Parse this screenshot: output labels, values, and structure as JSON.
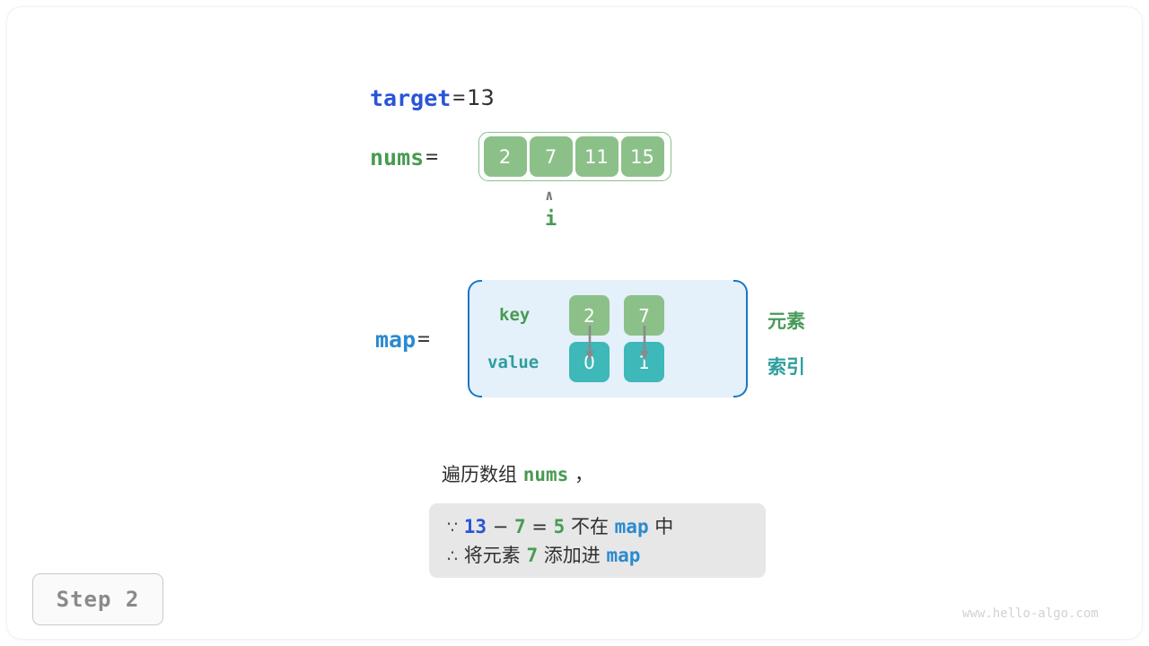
{
  "target": {
    "name": "target",
    "equals": "=",
    "value": "13"
  },
  "nums": {
    "name": "nums",
    "equals": "=",
    "cells": [
      "2",
      "7",
      "11",
      "15"
    ],
    "pointer": {
      "caret": "∧",
      "label": "i",
      "index": 1
    }
  },
  "map": {
    "name": "map",
    "equals": "=",
    "key_label": "key",
    "value_label": "value",
    "entries": [
      {
        "key": "2",
        "value": "0"
      },
      {
        "key": "7",
        "value": "1"
      }
    ],
    "side_labels": {
      "element": "元素",
      "index": "索引"
    }
  },
  "description": {
    "line_prefix": "遍历数组 ",
    "line_var": "nums",
    "line_suffix": " ，"
  },
  "note": {
    "row1": {
      "sym": "∵",
      "a": "13",
      "minus": " − ",
      "b": "7",
      "eq": " = ",
      "c": "5",
      "text1": " 不在 ",
      "map": "map",
      "text2": " 中"
    },
    "row2": {
      "sym": "∴",
      "text1": " 将元素 ",
      "num": "7",
      "text2": " 添加进 ",
      "map": "map"
    }
  },
  "step_badge": "Step 2",
  "watermark": "www.hello-algo.com",
  "colors": {
    "accent_blue": "#2a54d8",
    "map_blue": "#2b8ad0",
    "green": "#479b52",
    "cell_green": "#8cc089",
    "cell_teal": "#3eb8b8",
    "map_bg": "#e4f0fa",
    "note_bg": "#e7e7e7",
    "arrow_grey": "#8a8a8a"
  }
}
